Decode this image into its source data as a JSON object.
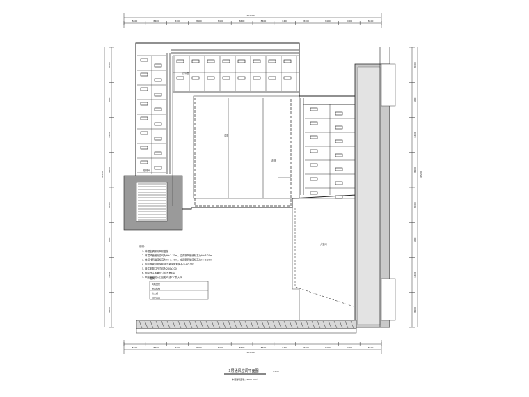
{
  "drawing": {
    "title": "3层通风空调平面图",
    "scale": "1:150",
    "area_note": "本层建筑面积：3290.22m²"
  },
  "notes": {
    "heading": "说明：",
    "lines": [
      "1. 本层空调采用风机盘管",
      "2. 本层风管底标高均为H+2.70m，空调新风管底标高为H+3.20m",
      "3. 本层排风管底标高为H+2.40m，空调新风管底标高为H+3.20m",
      "4. 风机盘管及新风机组冷凝水管坡度不小于0.003",
      "5. 未注明风口尺寸均为200x200",
      "6. 图中所注风管尺寸均为宽x高",
      "7. 风管穿越防火分区处均设70°防火阀"
    ],
    "legend_heading": "图例：",
    "legend_rows": [
      "风机盘管",
      "新风机组",
      "防火阀",
      "百叶风口"
    ]
  },
  "rooms": {
    "atrium": "中庭",
    "large_hall": "大空间",
    "corridor": "走道",
    "office": "办公室",
    "stair": "楼梯间"
  },
  "dimensions": {
    "top_total": "103200",
    "bottom_total": "103200",
    "left_total": "67200",
    "right_total": "67200",
    "top_bays": [
      "8400",
      "8400",
      "8400",
      "8400",
      "8400",
      "8400",
      "8400",
      "8400",
      "8400",
      "8400",
      "8400",
      "8400"
    ],
    "side_bays": [
      "8400",
      "8400",
      "8400",
      "8400",
      "8400",
      "8400",
      "8400",
      "8400"
    ]
  }
}
